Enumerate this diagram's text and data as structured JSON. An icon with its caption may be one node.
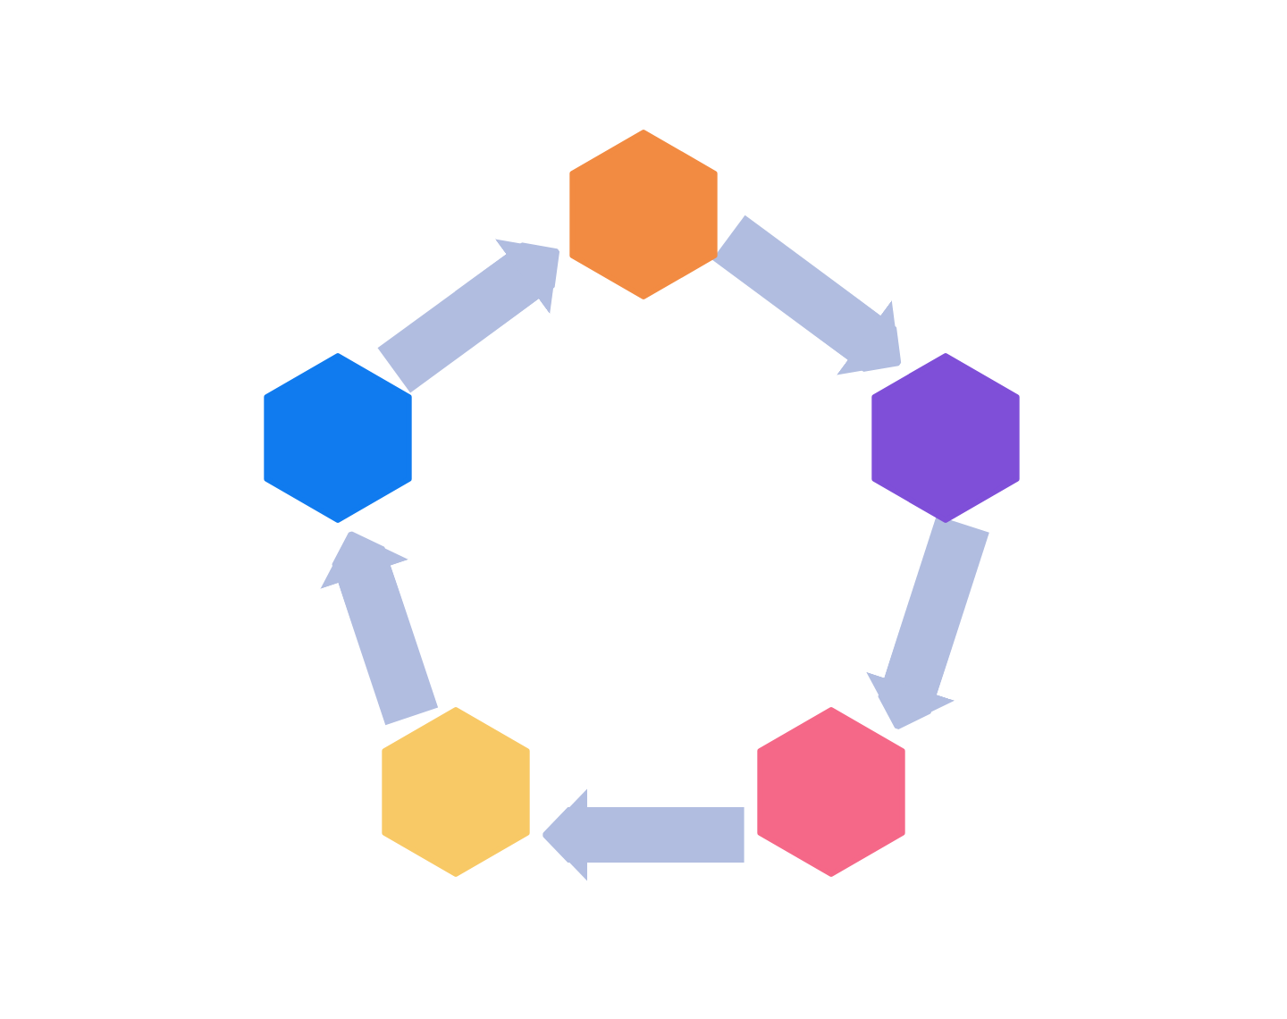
{
  "diagram": {
    "nodes": [
      {
        "text": [],
        "shape": "hexagon"
      },
      {
        "text": [],
        "shape": "hexagon"
      },
      {
        "text": [],
        "shape": "hexagon"
      },
      {
        "text": [],
        "shape": "hexagon"
      },
      {
        "text": [],
        "shape": "hexagon"
      }
    ],
    "edges": [
      {
        "from": 1,
        "to": 0,
        "arrow": "to"
      },
      {
        "from": 0,
        "to": 2,
        "arrow": "to"
      },
      {
        "from": 2,
        "to": 4,
        "arrow": "to"
      },
      {
        "from": 4,
        "to": 3,
        "arrow": "to"
      },
      {
        "from": 3,
        "to": 1,
        "arrow": "to"
      }
    ]
  }
}
